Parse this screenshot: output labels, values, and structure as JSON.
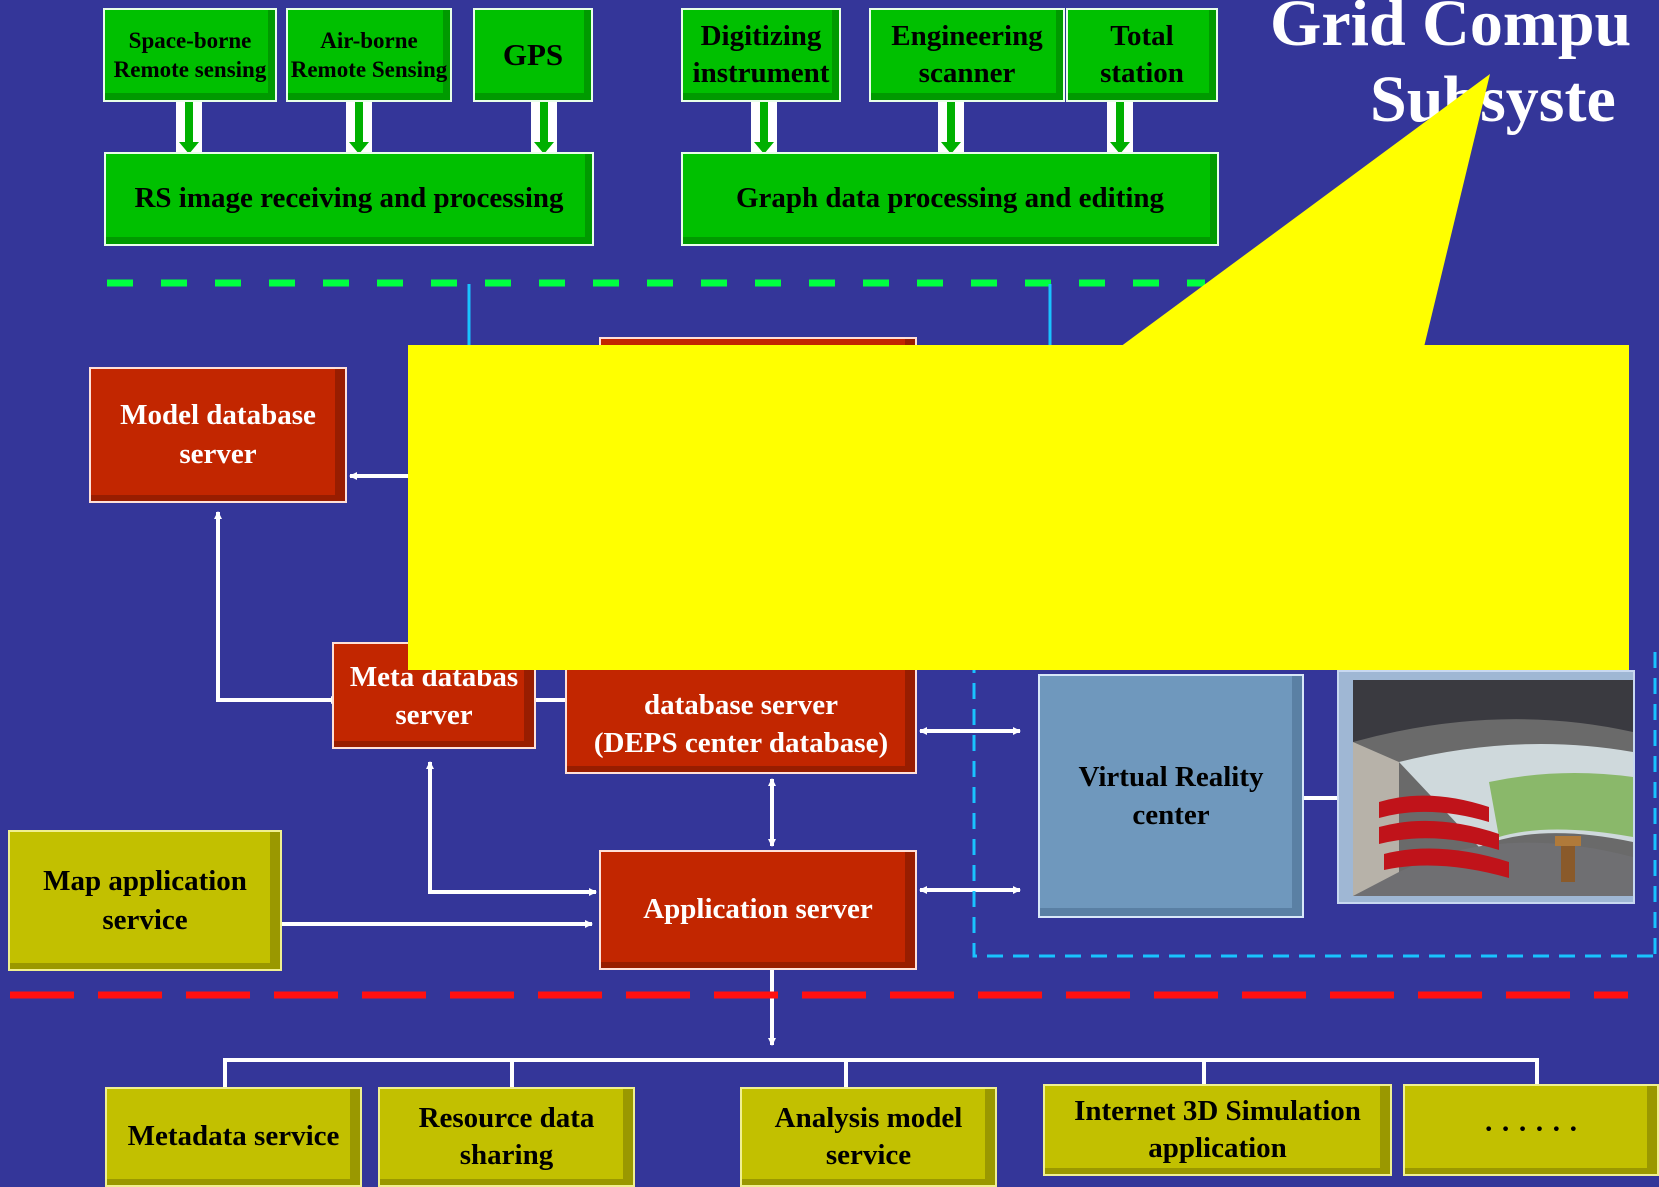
{
  "title": {
    "line1": "Grid Compu",
    "line2": "Subsyste"
  },
  "acquisition": {
    "spaceborne": "Space-borne Remote sensing",
    "airborne": "Air-borne Remote Sensing",
    "gps": "GPS",
    "digitizing": "Digitizing instrument",
    "engineering": "Engineering scanner",
    "total_station": "Total station",
    "rs_processing": "RS image receiving and processing",
    "graph_processing": "Graph data processing and editing"
  },
  "servers": {
    "model_db": "Model database server",
    "meta_db": "Meta databas server",
    "center_db_line1": "database server",
    "center_db_line2": "(DEPS center database)",
    "app_server": "Application server",
    "map_app": "Map application service",
    "vr_center": "Virtual Reality center"
  },
  "services": {
    "metadata": "Metadata service",
    "resource": "Resource data sharing",
    "analysis": "Analysis model service",
    "internet3d": "Internet 3D Simulation application",
    "more": "· · · · · ·"
  },
  "colors": {
    "background": "#343699",
    "acquisition_green": "#00c000",
    "server_red": "#c22600",
    "service_olive": "#c2c000",
    "vr_blue": "#6f98bd",
    "overlay_yellow": "#ffff00",
    "divider_green": "#00ff40",
    "divider_red": "#ff1010",
    "vr_frame_cyan": "#19c3ff"
  },
  "icons": {
    "theater_photo": "vr-theater-photo"
  }
}
